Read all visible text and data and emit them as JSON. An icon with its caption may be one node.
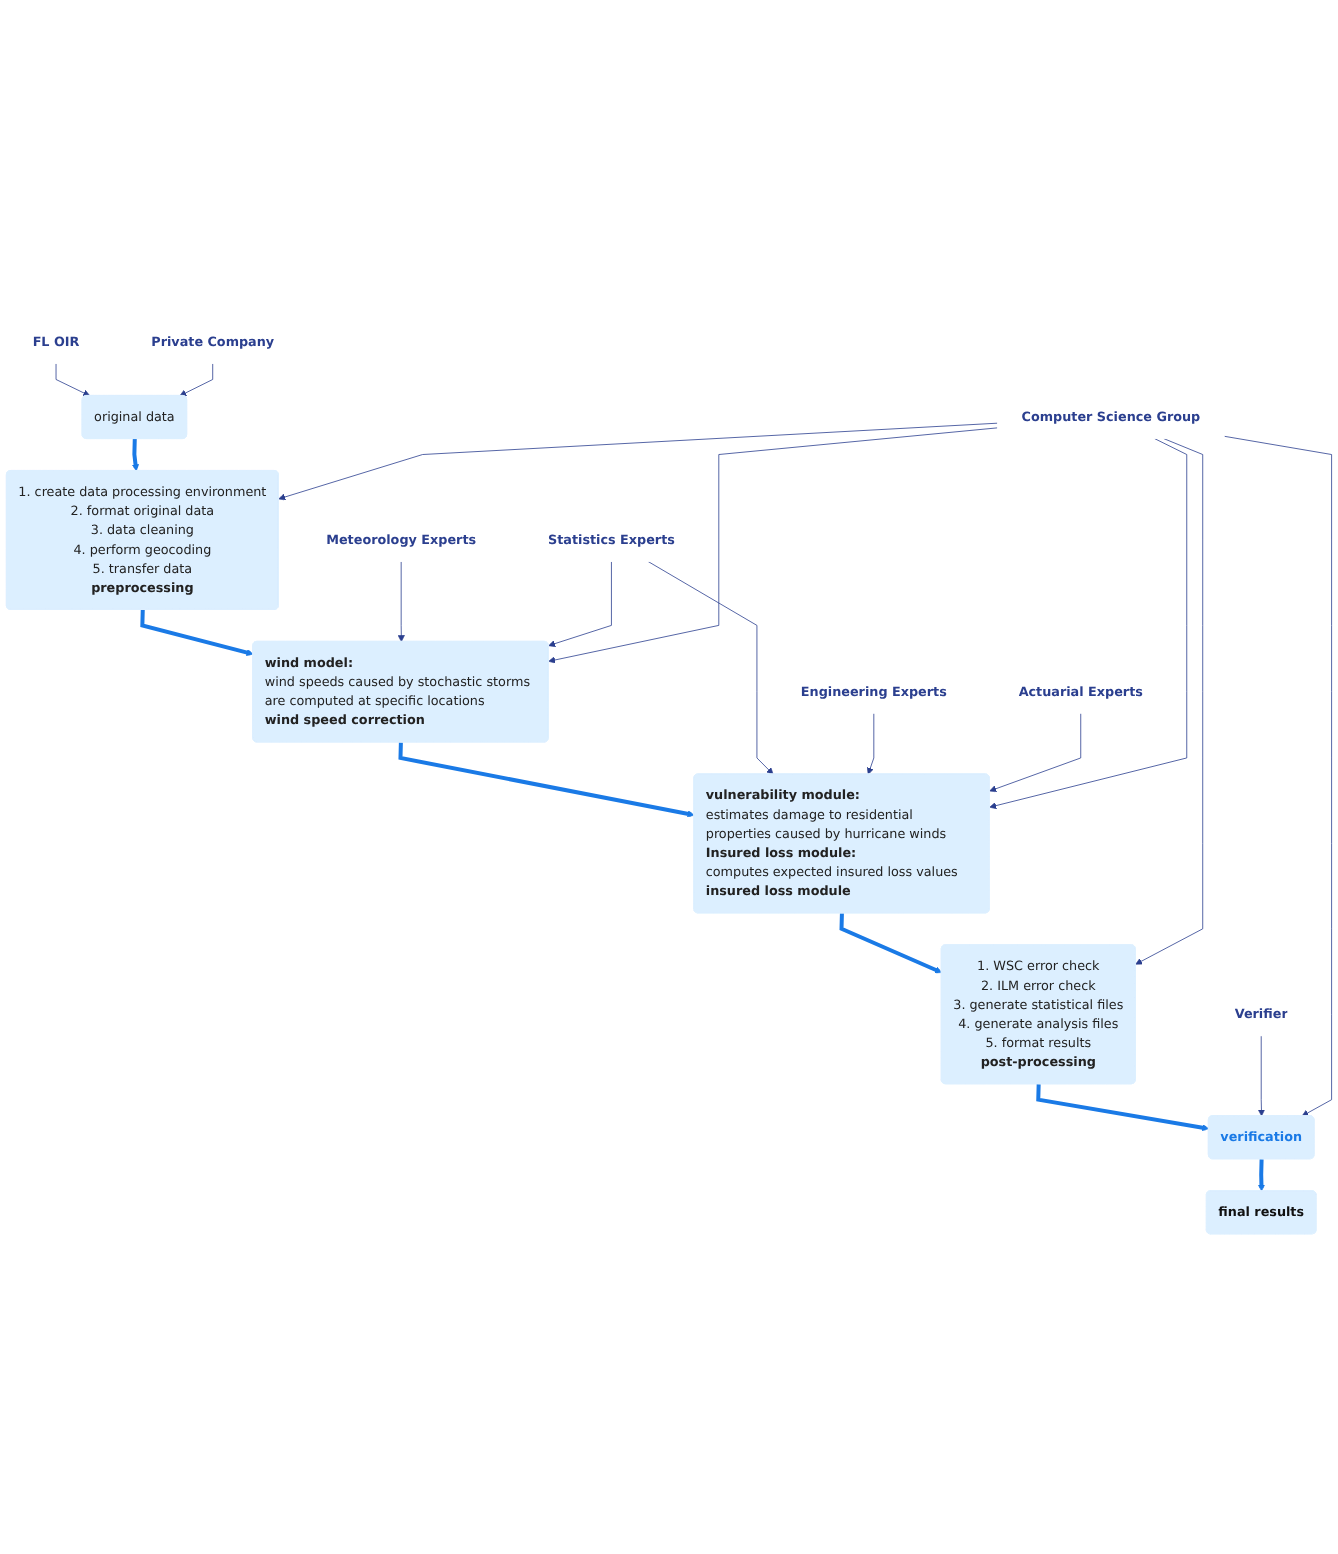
{
  "diagram": {
    "nodes": [
      {
        "text": [
          "FL OIR"
        ]
      },
      {
        "text": [
          "Private Company"
        ]
      },
      {
        "text": [
          "original data"
        ]
      },
      {
        "text": [
          "1. create data processing environment",
          "2. format original data",
          "3. data cleaning",
          "4. perform geocoding",
          "5. transfer data",
          "preprocessing"
        ]
      },
      {
        "text": [
          "wind model:",
          "wind speeds caused by stochastic storms are computed at specific locations",
          "wind speed correction"
        ]
      },
      {
        "text": [
          "vulnerability module:",
          "estimates damage to residential properties caused by hurricane winds",
          "Insured loss module:",
          "computes expected insured loss values",
          "insured loss module"
        ]
      },
      {
        "text": [
          "1. WSC error check",
          "2. ILM error check",
          "3. generate statistical files",
          "4. generate analysis files",
          "5. format results",
          "post-processing"
        ]
      },
      {
        "text": [
          "verification"
        ]
      },
      {
        "text": [
          "final results"
        ]
      },
      {
        "text": [
          "Meteorology Experts"
        ]
      },
      {
        "text": [
          "Statistics Experts"
        ]
      },
      {
        "text": [
          "Engineering Experts"
        ]
      },
      {
        "text": [
          "Actuarial Experts"
        ]
      },
      {
        "text": [
          "Verifier"
        ]
      },
      {
        "text": [
          "Computer Science Group"
        ]
      }
    ],
    "edges": [
      {
        "from": 0,
        "to": 2,
        "arrow": "to"
      },
      {
        "from": 1,
        "to": 2,
        "arrow": "to"
      },
      {
        "from": 2,
        "to": 3,
        "arrow": "to",
        "style": "thick",
        "color": "#1a7ae6"
      },
      {
        "from": 3,
        "to": 4,
        "arrow": "to",
        "style": "thick",
        "color": "#1a7ae6"
      },
      {
        "from": 4,
        "to": 5,
        "arrow": "to",
        "style": "thick",
        "color": "#1a7ae6"
      },
      {
        "from": 5,
        "to": 6,
        "arrow": "to",
        "style": "thick",
        "color": "#1a7ae6"
      },
      {
        "from": 6,
        "to": 7,
        "arrow": "to",
        "style": "thick",
        "color": "#1a7ae6"
      },
      {
        "from": 7,
        "to": 8,
        "arrow": "to",
        "style": "thick",
        "color": "#1a7ae6"
      },
      {
        "from": 9,
        "to": 4,
        "arrow": "to"
      },
      {
        "from": 10,
        "to": 4,
        "arrow": "to"
      },
      {
        "from": 10,
        "to": 5,
        "arrow": "to"
      },
      {
        "from": 11,
        "to": 5,
        "arrow": "to"
      },
      {
        "from": 12,
        "to": 5,
        "arrow": "to"
      },
      {
        "from": 13,
        "to": 7,
        "arrow": "to"
      },
      {
        "from": 14,
        "to": 3,
        "arrow": "to"
      },
      {
        "from": 14,
        "to": 4,
        "arrow": "to"
      },
      {
        "from": 14,
        "to": 5,
        "arrow": "to"
      },
      {
        "from": 14,
        "to": 6,
        "arrow": "to"
      },
      {
        "from": 14,
        "to": 7,
        "arrow": "to"
      }
    ]
  }
}
